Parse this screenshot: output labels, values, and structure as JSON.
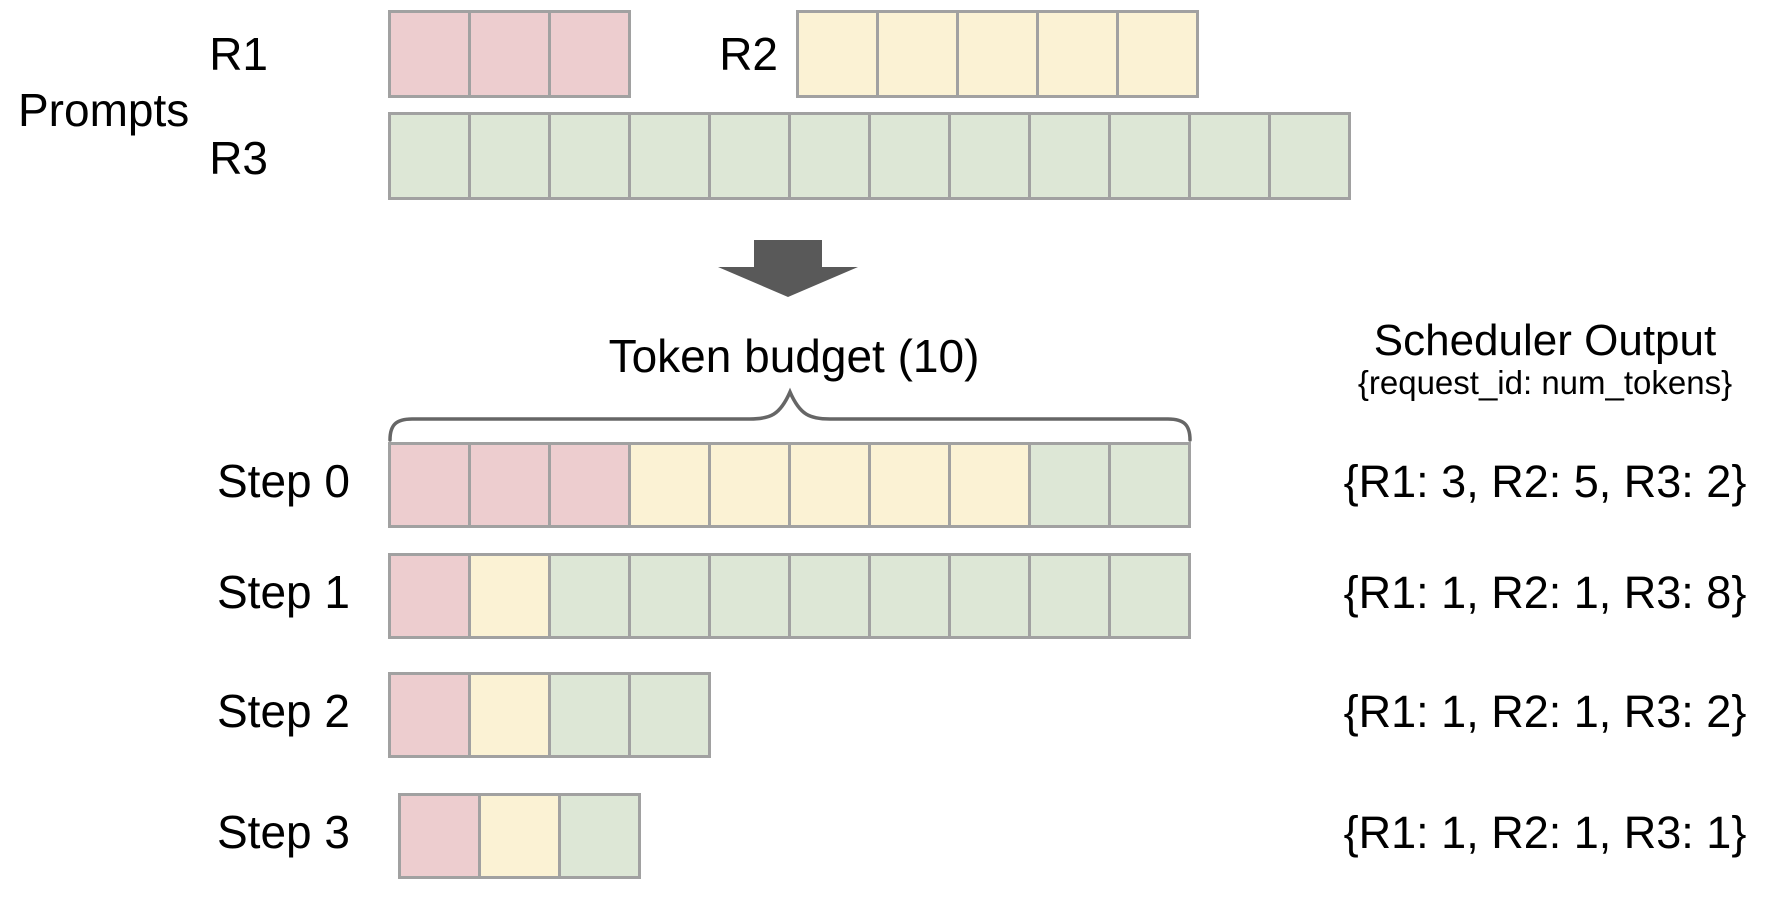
{
  "palette": {
    "r1_color": "#edcdcf",
    "r2_color": "#fbf2d4",
    "r3_color": "#dde7d6",
    "cell_border_color": "#a1a1a1",
    "arrow_color": "#595959",
    "brace_color": "#666666",
    "text_color": "#000000"
  },
  "prompts_section": {
    "label": "Prompts",
    "requests": [
      {
        "id": "R1",
        "label": "R1",
        "num_prompt_tokens": 3,
        "cells": [
          {
            "color_key": "r1",
            "count": 3
          }
        ]
      },
      {
        "id": "R2",
        "label": "R2",
        "num_prompt_tokens": 5,
        "cells": [
          {
            "color_key": "r2",
            "count": 5
          }
        ]
      },
      {
        "id": "R3",
        "label": "R3",
        "num_prompt_tokens": 12,
        "cells": [
          {
            "color_key": "r3",
            "count": 12
          }
        ]
      }
    ]
  },
  "token_budget": {
    "label": "Token budget (10)",
    "value": 10
  },
  "scheduler_output": {
    "title": "Scheduler Output",
    "subtitle": "{request_id: num_tokens}"
  },
  "steps": [
    {
      "label": "Step 0",
      "cells": [
        {
          "color_key": "r1",
          "count": 3
        },
        {
          "color_key": "r2",
          "count": 5
        },
        {
          "color_key": "r3",
          "count": 2
        }
      ],
      "output": "{R1: 3, R2: 5, R3: 2}"
    },
    {
      "label": "Step 1",
      "cells": [
        {
          "color_key": "r1",
          "count": 1
        },
        {
          "color_key": "r2",
          "count": 1
        },
        {
          "color_key": "r3",
          "count": 8
        }
      ],
      "output": "{R1: 1, R2: 1, R3: 8}"
    },
    {
      "label": "Step 2",
      "cells": [
        {
          "color_key": "r1",
          "count": 1
        },
        {
          "color_key": "r2",
          "count": 1
        },
        {
          "color_key": "r3",
          "count": 2
        }
      ],
      "output": "{R1: 1, R2: 1, R3: 2}"
    },
    {
      "label": "Step 3",
      "cells": [
        {
          "color_key": "r1",
          "count": 1
        },
        {
          "color_key": "r2",
          "count": 1
        },
        {
          "color_key": "r3",
          "count": 1
        }
      ],
      "output": "{R1: 1, R2: 1, R3: 1}"
    }
  ],
  "icons": {
    "down_arrow": "down-block-arrow-icon",
    "brace": "horizontal-curly-brace"
  }
}
